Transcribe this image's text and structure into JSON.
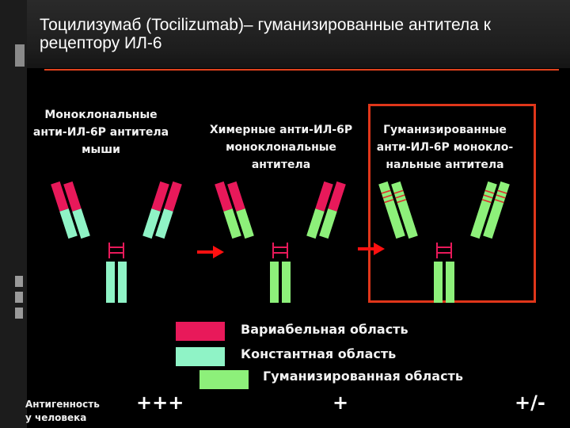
{
  "slide": {
    "title": "Тоцилизумаб (Tocilizumab)– гуманизированные антитела к рецептору ИЛ-6"
  },
  "columns": [
    {
      "header_lines": [
        "Моноклональные",
        "анти-ИЛ-6Р антитела",
        "мыши"
      ]
    },
    {
      "header_lines": [
        "Химерные анти-ИЛ-6Р",
        "моноклональные",
        "антитела"
      ]
    },
    {
      "header_lines": [
        "Гуманизированные",
        "анти-ИЛ-6Р моноклo-",
        "нальные антитела"
      ]
    }
  ],
  "legend": [
    {
      "label": "Вариабельная область",
      "color": "#e8195a"
    },
    {
      "label": "Константная область",
      "color": "#8ff3c6"
    },
    {
      "label": "Гуманизированная область",
      "color": "#8df07a"
    }
  ],
  "antigenicity": {
    "label_lines": [
      "Антигенность",
      "у человека"
    ],
    "values": [
      "+++",
      "+",
      "+/-"
    ]
  },
  "colors": {
    "variable": "#e8195a",
    "constant": "#8ff3c6",
    "humanized": "#8df07a",
    "arrow": "#ff1010",
    "frame": "#e0361a",
    "hinge": "#e8195a",
    "cdr": "#e03030"
  }
}
